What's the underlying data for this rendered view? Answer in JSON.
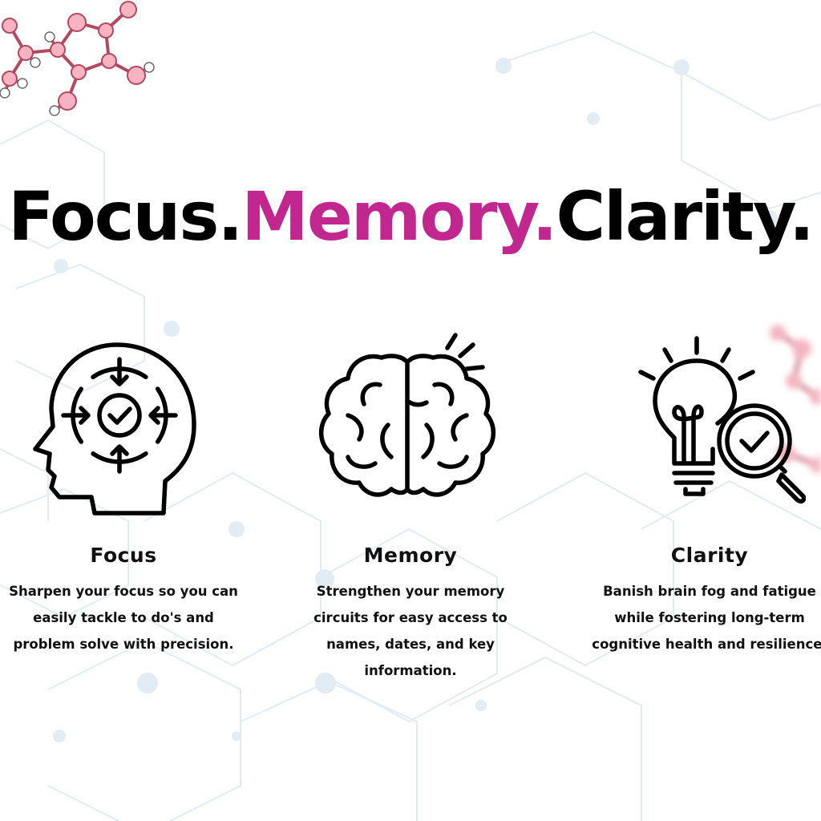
{
  "headline": {
    "part1": "Focus.",
    "part2": "Memory.",
    "part3": "Clarity."
  },
  "colors": {
    "accent": "#c2278f",
    "text": "#000000",
    "molecule_node": "#f4a6b5",
    "molecule_bond": "#b5485f",
    "background_hex": "#dde8f1"
  },
  "features": [
    {
      "icon": "head-focus-icon",
      "title": "Focus",
      "description": "Sharpen your focus so you can easily tackle to do's and problem solve with precision."
    },
    {
      "icon": "brain-icon",
      "title": "Memory",
      "description": "Strengthen your memory circuits for easy access to names, dates, and key information."
    },
    {
      "icon": "lightbulb-magnifier-icon",
      "title": "Clarity",
      "description": "Banish brain fog and fatigue while fostering long-term cognitive health and resilience."
    }
  ]
}
